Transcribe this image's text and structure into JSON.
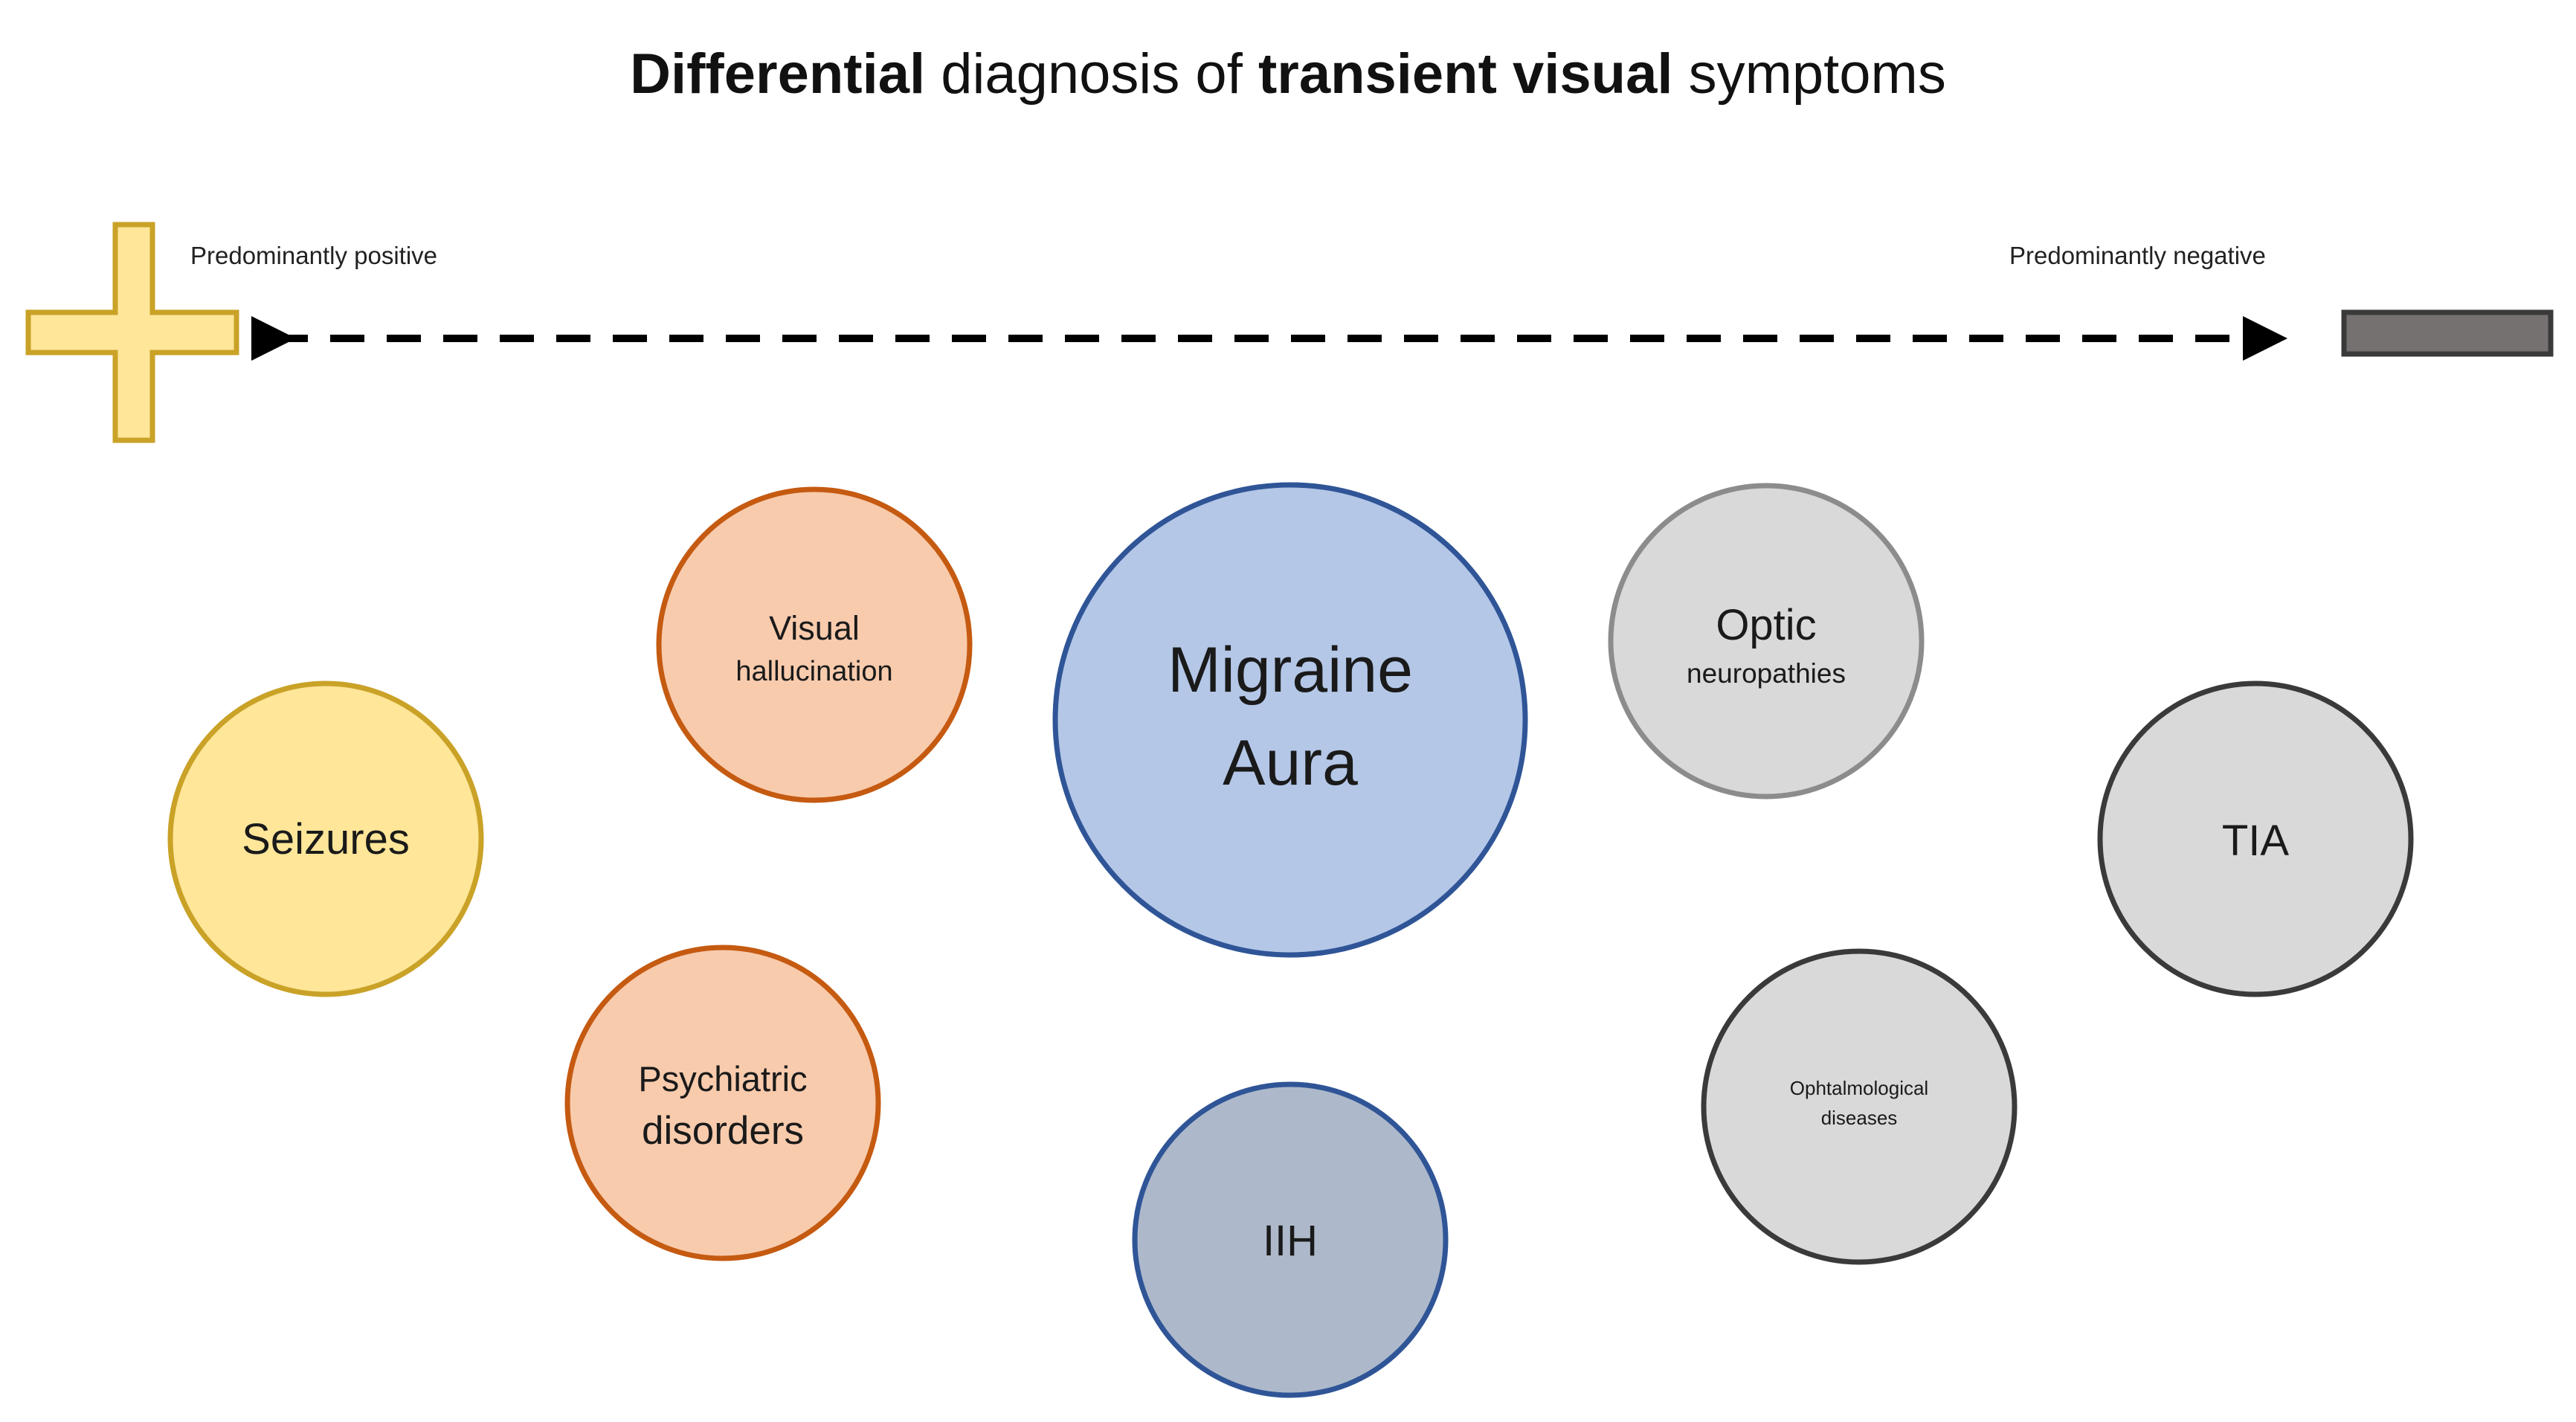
{
  "title": {
    "part1": "Differential",
    "part2": " diagnosis of ",
    "part3": "transient visual",
    "part4": " symptoms"
  },
  "axis": {
    "positive_label": "Predominantly positive",
    "negative_label": "Predominantly negative",
    "positive_icon": "plus-icon",
    "negative_icon": "minus-icon",
    "plus_fill": "#FFE699",
    "plus_stroke": "#C9A227",
    "minus_fill": "#767171",
    "minus_stroke": "#3A3A3A"
  },
  "nodes": {
    "seizures": {
      "line1": "Seizures",
      "fill": "#FFE699",
      "stroke": "#C9A227"
    },
    "visual": {
      "line1": "Visual",
      "line2": "hallucination",
      "fill": "#F8CBAD",
      "stroke": "#C55A11"
    },
    "psychiatric": {
      "line1": "Psychiatric",
      "line2": "disorders",
      "fill": "#F8CBAD",
      "stroke": "#C55A11"
    },
    "migraine": {
      "line1": "Migraine",
      "line2": "Aura",
      "fill": "#B4C7E7",
      "stroke": "#2F5597"
    },
    "iih": {
      "line1": "IIH",
      "fill": "#ADB9CA",
      "stroke": "#2F5597"
    },
    "optic": {
      "line1": "Optic",
      "line2": "neuropathies",
      "fill": "#D9D9D9",
      "stroke": "#8C8C8C"
    },
    "tia": {
      "line1": "TIA",
      "fill": "#D9D9D9",
      "stroke": "#3A3A3A"
    },
    "ophtal": {
      "line1": "Ophtalmological",
      "line2": "diseases",
      "fill": "#D9D9D9",
      "stroke": "#3A3A3A"
    }
  }
}
